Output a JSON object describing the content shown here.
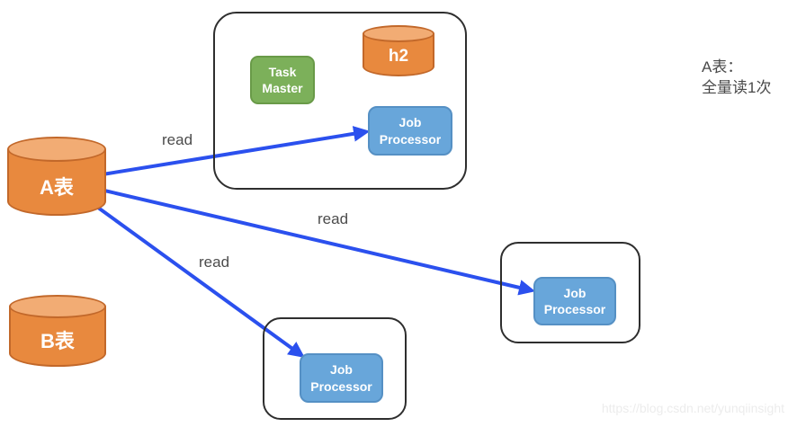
{
  "diagram": {
    "nodes": {
      "table_a": {
        "label": "A表",
        "type": "database-cylinder"
      },
      "table_b": {
        "label": "B表",
        "type": "database-cylinder"
      },
      "h2": {
        "label": "h2",
        "type": "database-cylinder"
      },
      "task_master": {
        "label": "Task Master",
        "type": "process-box"
      },
      "job_processor_top": {
        "label": "Job Processor",
        "type": "process-box"
      },
      "job_processor_right": {
        "label": "Job Processor",
        "type": "process-box"
      },
      "job_processor_bottom": {
        "label": "Job Processor",
        "type": "process-box"
      }
    },
    "edges": [
      {
        "from": "table_a",
        "to": "job_processor_top",
        "label": "read"
      },
      {
        "from": "table_a",
        "to": "job_processor_right",
        "label": "read"
      },
      {
        "from": "table_a",
        "to": "job_processor_bottom",
        "label": "read"
      }
    ],
    "annotation": {
      "line1": "A表：",
      "line2": "全量读1次"
    },
    "watermark": "https://blog.csdn.net/yunqiinsight",
    "colors": {
      "cylinder_fill": "#E8893E",
      "cylinder_top": "#F2AC74",
      "cylinder_border": "#C2682A",
      "green_box": "#7CB05A",
      "blue_box": "#68A6DA",
      "arrow_blue": "#2B50EE",
      "container_border": "#2E2E2E",
      "label_gray": "#4C4C4C",
      "watermark_gray": "#ECECEC"
    }
  }
}
